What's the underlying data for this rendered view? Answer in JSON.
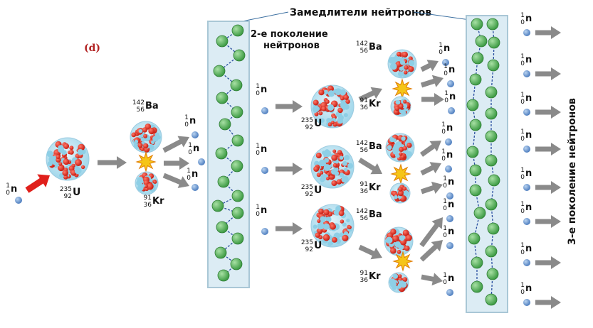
{
  "panel_letter": "(d)",
  "moderators_label": "Замедлители нейтронов",
  "second_generation_label_line1": "2-е поколение",
  "second_generation_label_line2": "нейтронов",
  "third_generation_label": "3-е поколение нейтронов",
  "neutron": {
    "mass": "1",
    "charge": "0",
    "symbol": "n"
  },
  "uranium": {
    "mass": "235",
    "charge": "92",
    "symbol": "U"
  },
  "barium": {
    "mass": "142",
    "charge": "56",
    "symbol": "Ba"
  },
  "krypton": {
    "mass": "91",
    "charge": "36",
    "symbol": "Kr"
  },
  "colors": {
    "moderator_fill": "#dcecf4",
    "moderator_stroke": "#a9c7d6",
    "moderator_atom": "#4caf50",
    "neutron": "#6f9ed8",
    "proton": "#d32f2f",
    "nucleus_neutron": "#8ecfe6",
    "arrow": "#8a8a8a",
    "incoming_arrow": "#e0201b",
    "panel_letter": "#b22222",
    "flash": "#f5c518"
  }
}
